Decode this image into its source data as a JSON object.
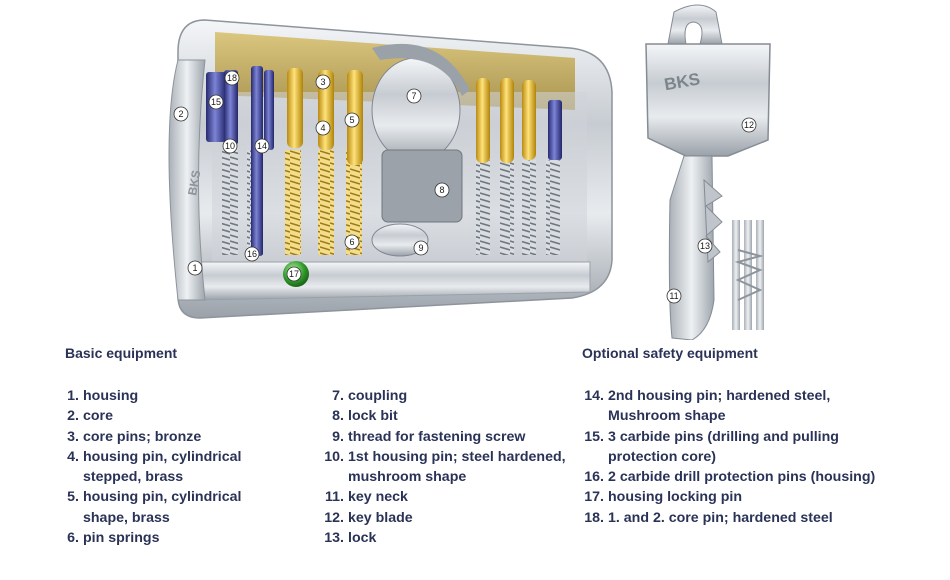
{
  "illustration": {
    "housing_logo": "BKS",
    "key_logo": "BKS",
    "callouts": [
      "1",
      "2",
      "3",
      "4",
      "5",
      "6",
      "7",
      "8",
      "9",
      "10",
      "11",
      "12",
      "13",
      "14",
      "15",
      "16",
      "17",
      "18"
    ]
  },
  "legend": {
    "basic_heading": "Basic equipment",
    "optional_heading": "Optional safety equipment",
    "basic_items": [
      {
        "num": "1.",
        "text": "housing"
      },
      {
        "num": "2.",
        "text": "core"
      },
      {
        "num": "3.",
        "text": "core pins; bronze"
      },
      {
        "num": "4.",
        "text": "housing pin, cylindrical stepped, brass"
      },
      {
        "num": "5.",
        "text": "housing pin, cylindrical shape, brass"
      },
      {
        "num": "6.",
        "text": "pin springs"
      }
    ],
    "basic_items_2": [
      {
        "num": "7.",
        "text": "coupling"
      },
      {
        "num": "8.",
        "text": "lock bit"
      },
      {
        "num": "9.",
        "text": "thread for fastening screw"
      },
      {
        "num": "10.",
        "text": "1st housing pin; steel hardened, mushroom shape"
      },
      {
        "num": "11.",
        "text": "key neck"
      },
      {
        "num": "12.",
        "text": "key blade"
      },
      {
        "num": "13.",
        "text": "lock"
      }
    ],
    "optional_items": [
      {
        "num": "14.",
        "text": "2nd housing pin; hardened steel, Mushroom shape"
      },
      {
        "num": "15.",
        "text": "3 carbide pins (drilling and pulling protection core)"
      },
      {
        "num": "16.",
        "text": "2 carbide drill protection pins (housing)"
      },
      {
        "num": "17.",
        "text": "housing locking pin"
      },
      {
        "num": "18.",
        "text": "1. and 2. core pin; hardened steel"
      }
    ]
  }
}
